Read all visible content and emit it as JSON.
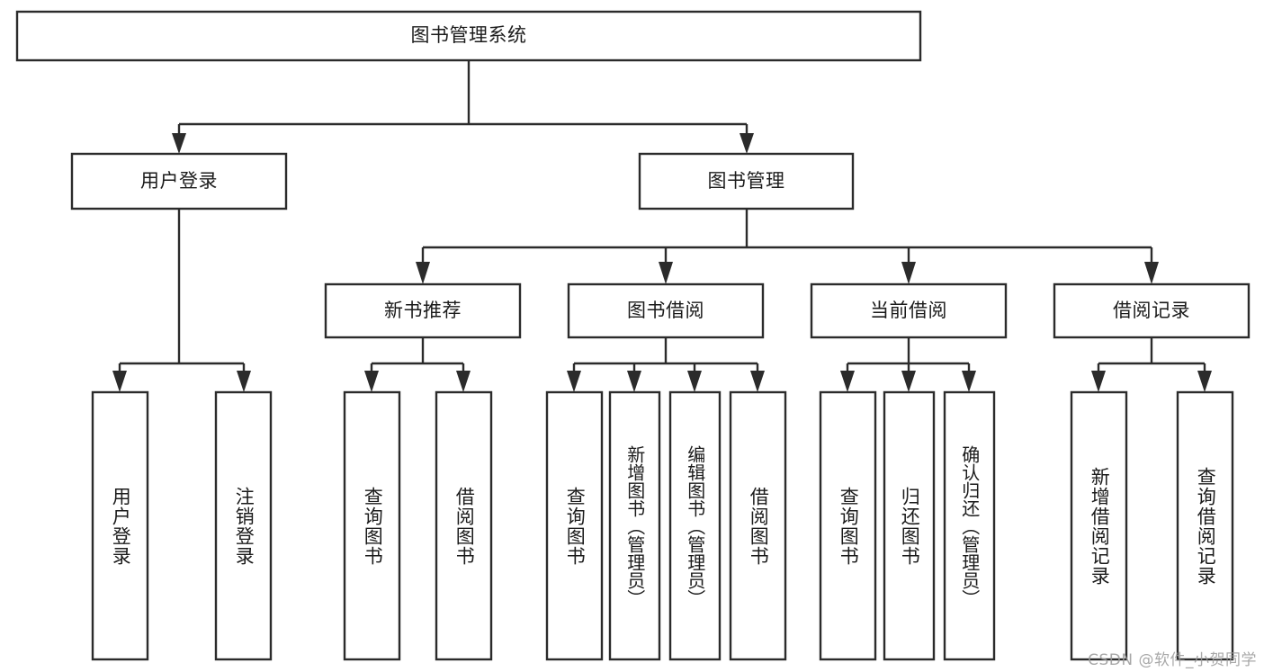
{
  "diagram": {
    "title": "图书管理系统",
    "watermark": "CSDN @软件_小贺同学",
    "stroke_color": "#2b2b2b",
    "text_color": "#1b1b1b",
    "background_color": "#ffffff",
    "root": {
      "label": "图书管理系统"
    },
    "level2": [
      {
        "label": "用户登录"
      },
      {
        "label": "图书管理"
      }
    ],
    "level3": [
      {
        "label": "新书推荐"
      },
      {
        "label": "图书借阅"
      },
      {
        "label": "当前借阅"
      },
      {
        "label": "借阅记录"
      }
    ],
    "leaves": {
      "user_login": [
        {
          "label": "用户登录"
        },
        {
          "label": "注销登录"
        }
      ],
      "new_book_recommend": [
        {
          "label": "查询图书"
        },
        {
          "label": "借阅图书"
        }
      ],
      "book_borrow": [
        {
          "label": "查询图书"
        },
        {
          "label": "新增图书（管理员）"
        },
        {
          "label": "编辑图书（管理员）"
        },
        {
          "label": "借阅图书"
        }
      ],
      "current_borrow": [
        {
          "label": "查询图书"
        },
        {
          "label": "归还图书"
        },
        {
          "label": "确认归还（管理员）"
        }
      ],
      "borrow_record": [
        {
          "label": "新增借阅记录"
        },
        {
          "label": "查询借阅记录"
        }
      ]
    }
  }
}
